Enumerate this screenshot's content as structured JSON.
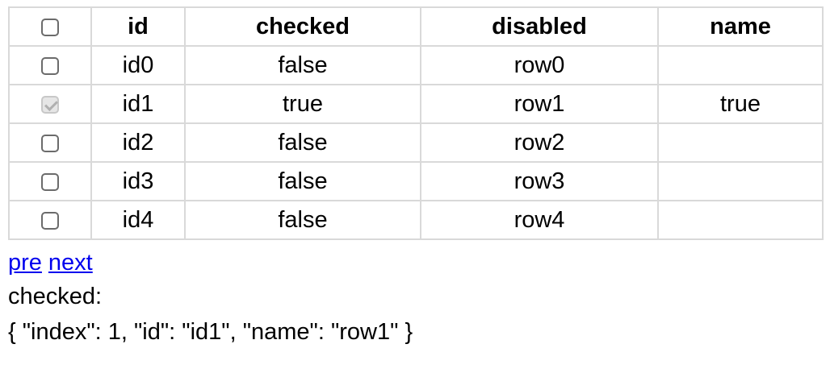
{
  "table": {
    "headers": [
      "",
      "id",
      "checked",
      "disabled",
      "name"
    ],
    "rows": [
      {
        "checkbox": "unchecked",
        "id": "id0",
        "checked": "false",
        "disabled": "row0",
        "name": ""
      },
      {
        "checkbox": "checked-disabled",
        "id": "id1",
        "checked": "true",
        "disabled": "row1",
        "name": "true"
      },
      {
        "checkbox": "unchecked",
        "id": "id2",
        "checked": "false",
        "disabled": "row2",
        "name": ""
      },
      {
        "checkbox": "unchecked",
        "id": "id3",
        "checked": "false",
        "disabled": "row3",
        "name": ""
      },
      {
        "checkbox": "unchecked",
        "id": "id4",
        "checked": "false",
        "disabled": "row4",
        "name": ""
      }
    ]
  },
  "pager": {
    "pre_label": "pre",
    "next_label": "next"
  },
  "info": {
    "checked_label": "checked:",
    "checked_json": "{ \"index\": 1, \"id\": \"id1\", \"name\": \"row1\" }"
  },
  "colors": {
    "link": "#0000ee",
    "border": "#d9d9d9"
  }
}
